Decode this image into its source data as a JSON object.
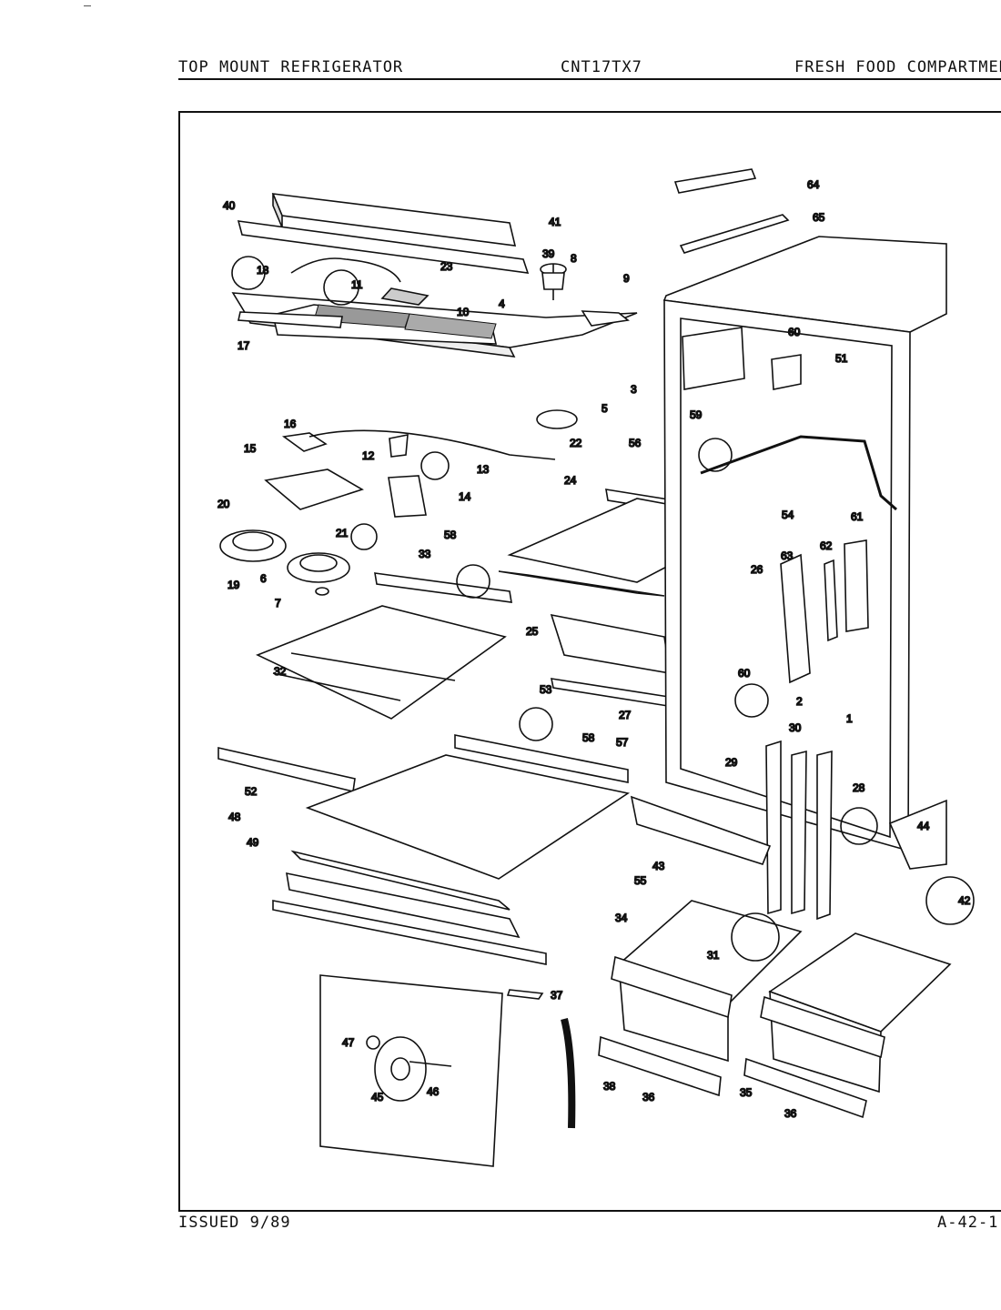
{
  "header": {
    "left": "TOP MOUNT REFRIGERATOR",
    "center": "CNT17TX7",
    "right": "FRESH FOOD COMPARTMEN"
  },
  "footer": {
    "left": "ISSUED 9/89",
    "right": "A-42-1"
  },
  "callouts": [
    "40",
    "41",
    "39",
    "18",
    "23",
    "11",
    "8",
    "9",
    "10",
    "4",
    "17",
    "3",
    "16",
    "5",
    "15",
    "12",
    "22",
    "13",
    "20",
    "14",
    "21",
    "19",
    "6",
    "7",
    "64",
    "65",
    "60",
    "51",
    "59",
    "56",
    "24",
    "54",
    "58",
    "33",
    "26",
    "63",
    "62",
    "61",
    "25",
    "53",
    "32",
    "27",
    "60",
    "2",
    "1",
    "30",
    "29",
    "28",
    "58",
    "57",
    "52",
    "48",
    "49",
    "43",
    "55",
    "44",
    "42",
    "34",
    "31",
    "37",
    "47",
    "45",
    "46",
    "38",
    "36",
    "35",
    "36"
  ]
}
